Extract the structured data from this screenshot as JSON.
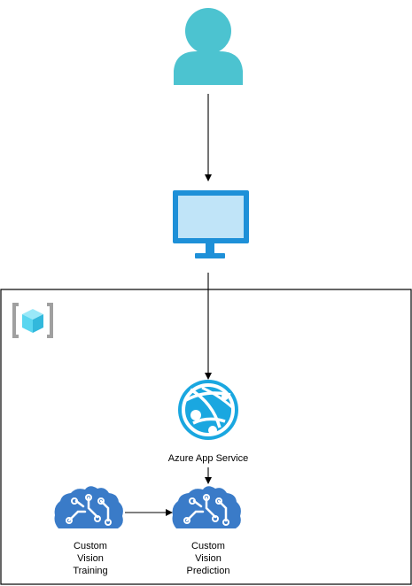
{
  "diagram": {
    "nodes": {
      "user": {
        "icon": "user-icon"
      },
      "monitor": {
        "icon": "monitor-icon"
      },
      "resource_group": {
        "icon": "resource-group-icon"
      },
      "app_service": {
        "icon": "app-service-globe-icon",
        "label": "Azure App Service"
      },
      "training": {
        "icon": "cognitive-brain-icon",
        "label_lines": [
          "Custom",
          "Vision",
          "Training"
        ]
      },
      "prediction": {
        "icon": "cognitive-brain-icon",
        "label_lines": [
          "Custom",
          "Vision",
          "Prediction"
        ]
      }
    },
    "edges": [
      {
        "from": "user",
        "to": "monitor"
      },
      {
        "from": "monitor",
        "to": "app_service"
      },
      {
        "from": "app_service",
        "to": "prediction"
      },
      {
        "from": "training",
        "to": "prediction"
      }
    ],
    "colors": {
      "user": "#4CC3D0",
      "monitor_frame": "#1E90D8",
      "monitor_screen": "#C0E4F8",
      "app_service": "#1AA7E0",
      "brain": "#3A7BC8",
      "resource_group_bracket": "#A0A0A0",
      "resource_group_cube": "#5AD6F0",
      "edge": "#000000"
    }
  }
}
